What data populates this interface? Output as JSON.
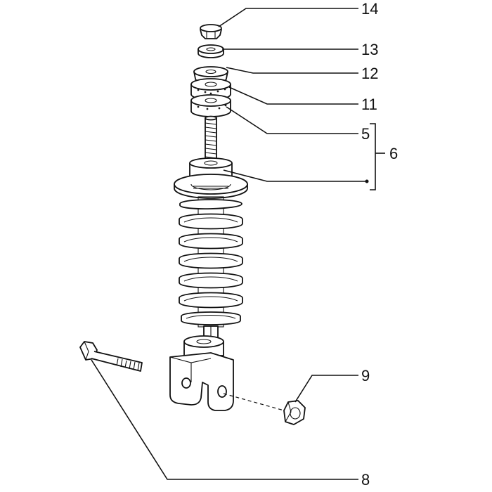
{
  "callouts": {
    "c14": "14",
    "c13": "13",
    "c12": "12",
    "c11": "11",
    "c5": "5",
    "c6": "6",
    "c9": "9",
    "c8": "8"
  }
}
